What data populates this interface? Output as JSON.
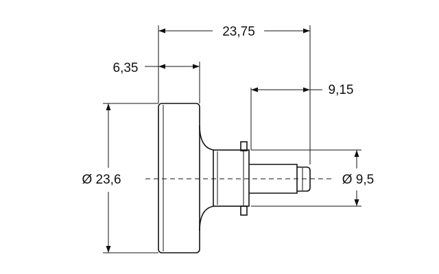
{
  "drawing": {
    "dimensions": {
      "overall_length": "23,75",
      "knob_thickness": "6,35",
      "pin_length": "9,15",
      "knob_diameter": "Ø 23,6",
      "pin_diameter": "Ø 9,5"
    },
    "colors": {
      "line": "#111111",
      "background": "#ffffff"
    }
  }
}
